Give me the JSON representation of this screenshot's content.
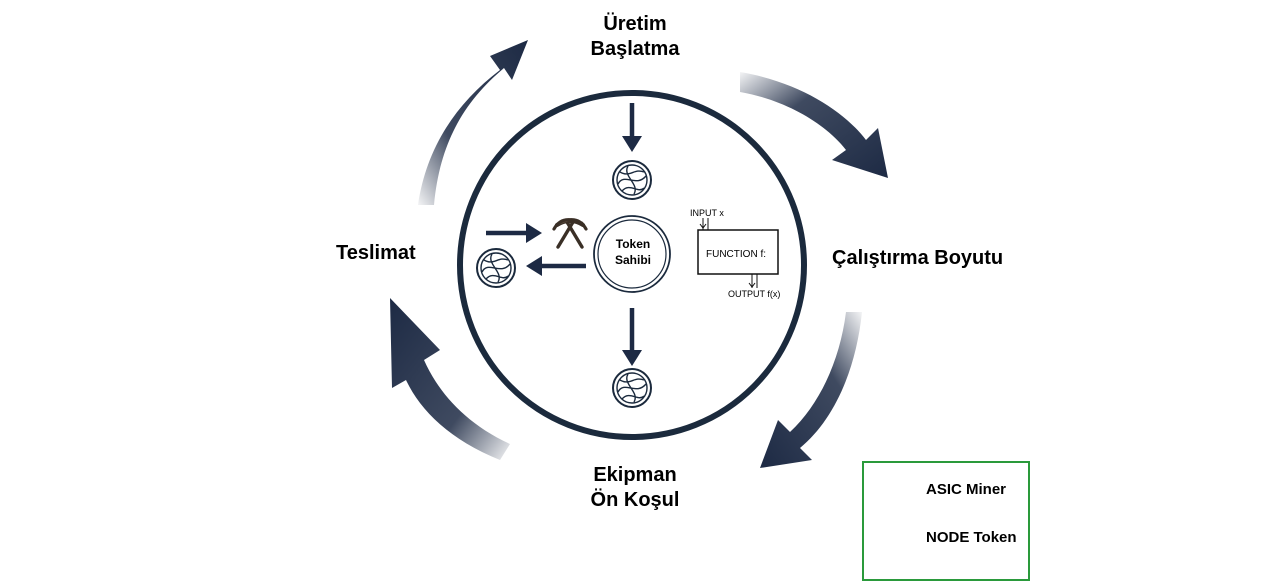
{
  "stages": {
    "start": "Üretim Başlatma",
    "run_size": "Çalıştırma Boyutu",
    "equipment": "Ekipman Ön Koşul",
    "delivery": "Teslimat"
  },
  "stage_lines": {
    "start": [
      "Üretim",
      "Başlatma"
    ],
    "equipment": [
      "Ekipman",
      "Ön Koşul"
    ]
  },
  "center": {
    "token_lines": [
      "Token",
      "Sahibi"
    ]
  },
  "function_box": {
    "input": "INPUT x",
    "function": "FUNCTION f:",
    "output": "OUTPUT f(x)"
  },
  "legend": {
    "asic": "ASIC Miner",
    "node": "NODE Token"
  },
  "icons": {
    "miner": "pickaxe-crossed-icon",
    "node": "globe-network-icon",
    "cycle_arrow": "curved-arrow-icon"
  },
  "colors": {
    "arrow": "#1d2a44",
    "ring": "#1b2a3d",
    "legend_border": "#2a9a3b"
  }
}
